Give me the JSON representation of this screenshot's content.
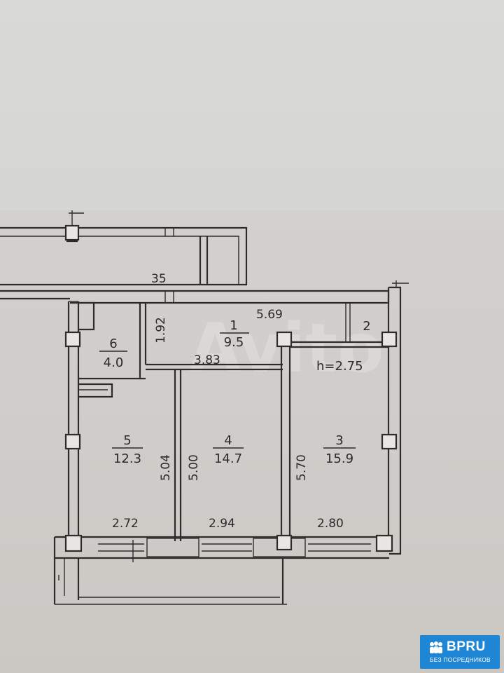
{
  "watermark": "Avito",
  "ceiling_height": "h=2.75",
  "rooms": [
    {
      "id": "room-1",
      "number": "1",
      "area": "9.5"
    },
    {
      "id": "room-2",
      "number": "2"
    },
    {
      "id": "room-3",
      "number": "3",
      "area": "15.9"
    },
    {
      "id": "room-4",
      "number": "4",
      "area": "14.7"
    },
    {
      "id": "room-5",
      "number": "5",
      "area": "12.3"
    },
    {
      "id": "room-6",
      "number": "6",
      "area": "4.0"
    }
  ],
  "dimensions": {
    "balcony_top": "35",
    "hall_length": "5.69",
    "hall_width": "1.92",
    "hall_partition": "3.83",
    "room5_height": "5.04",
    "room4_height": "5.00",
    "room3_height": "5.70",
    "room5_width": "2.72",
    "room4_width": "2.94",
    "room3_width": "2.80"
  },
  "badge": {
    "brand": "BPRU",
    "tagline": "БЕЗ ПОСРЕДНИКОВ"
  },
  "colors": {
    "badge": "#1f86d6",
    "lines": "#2e2c2b"
  }
}
